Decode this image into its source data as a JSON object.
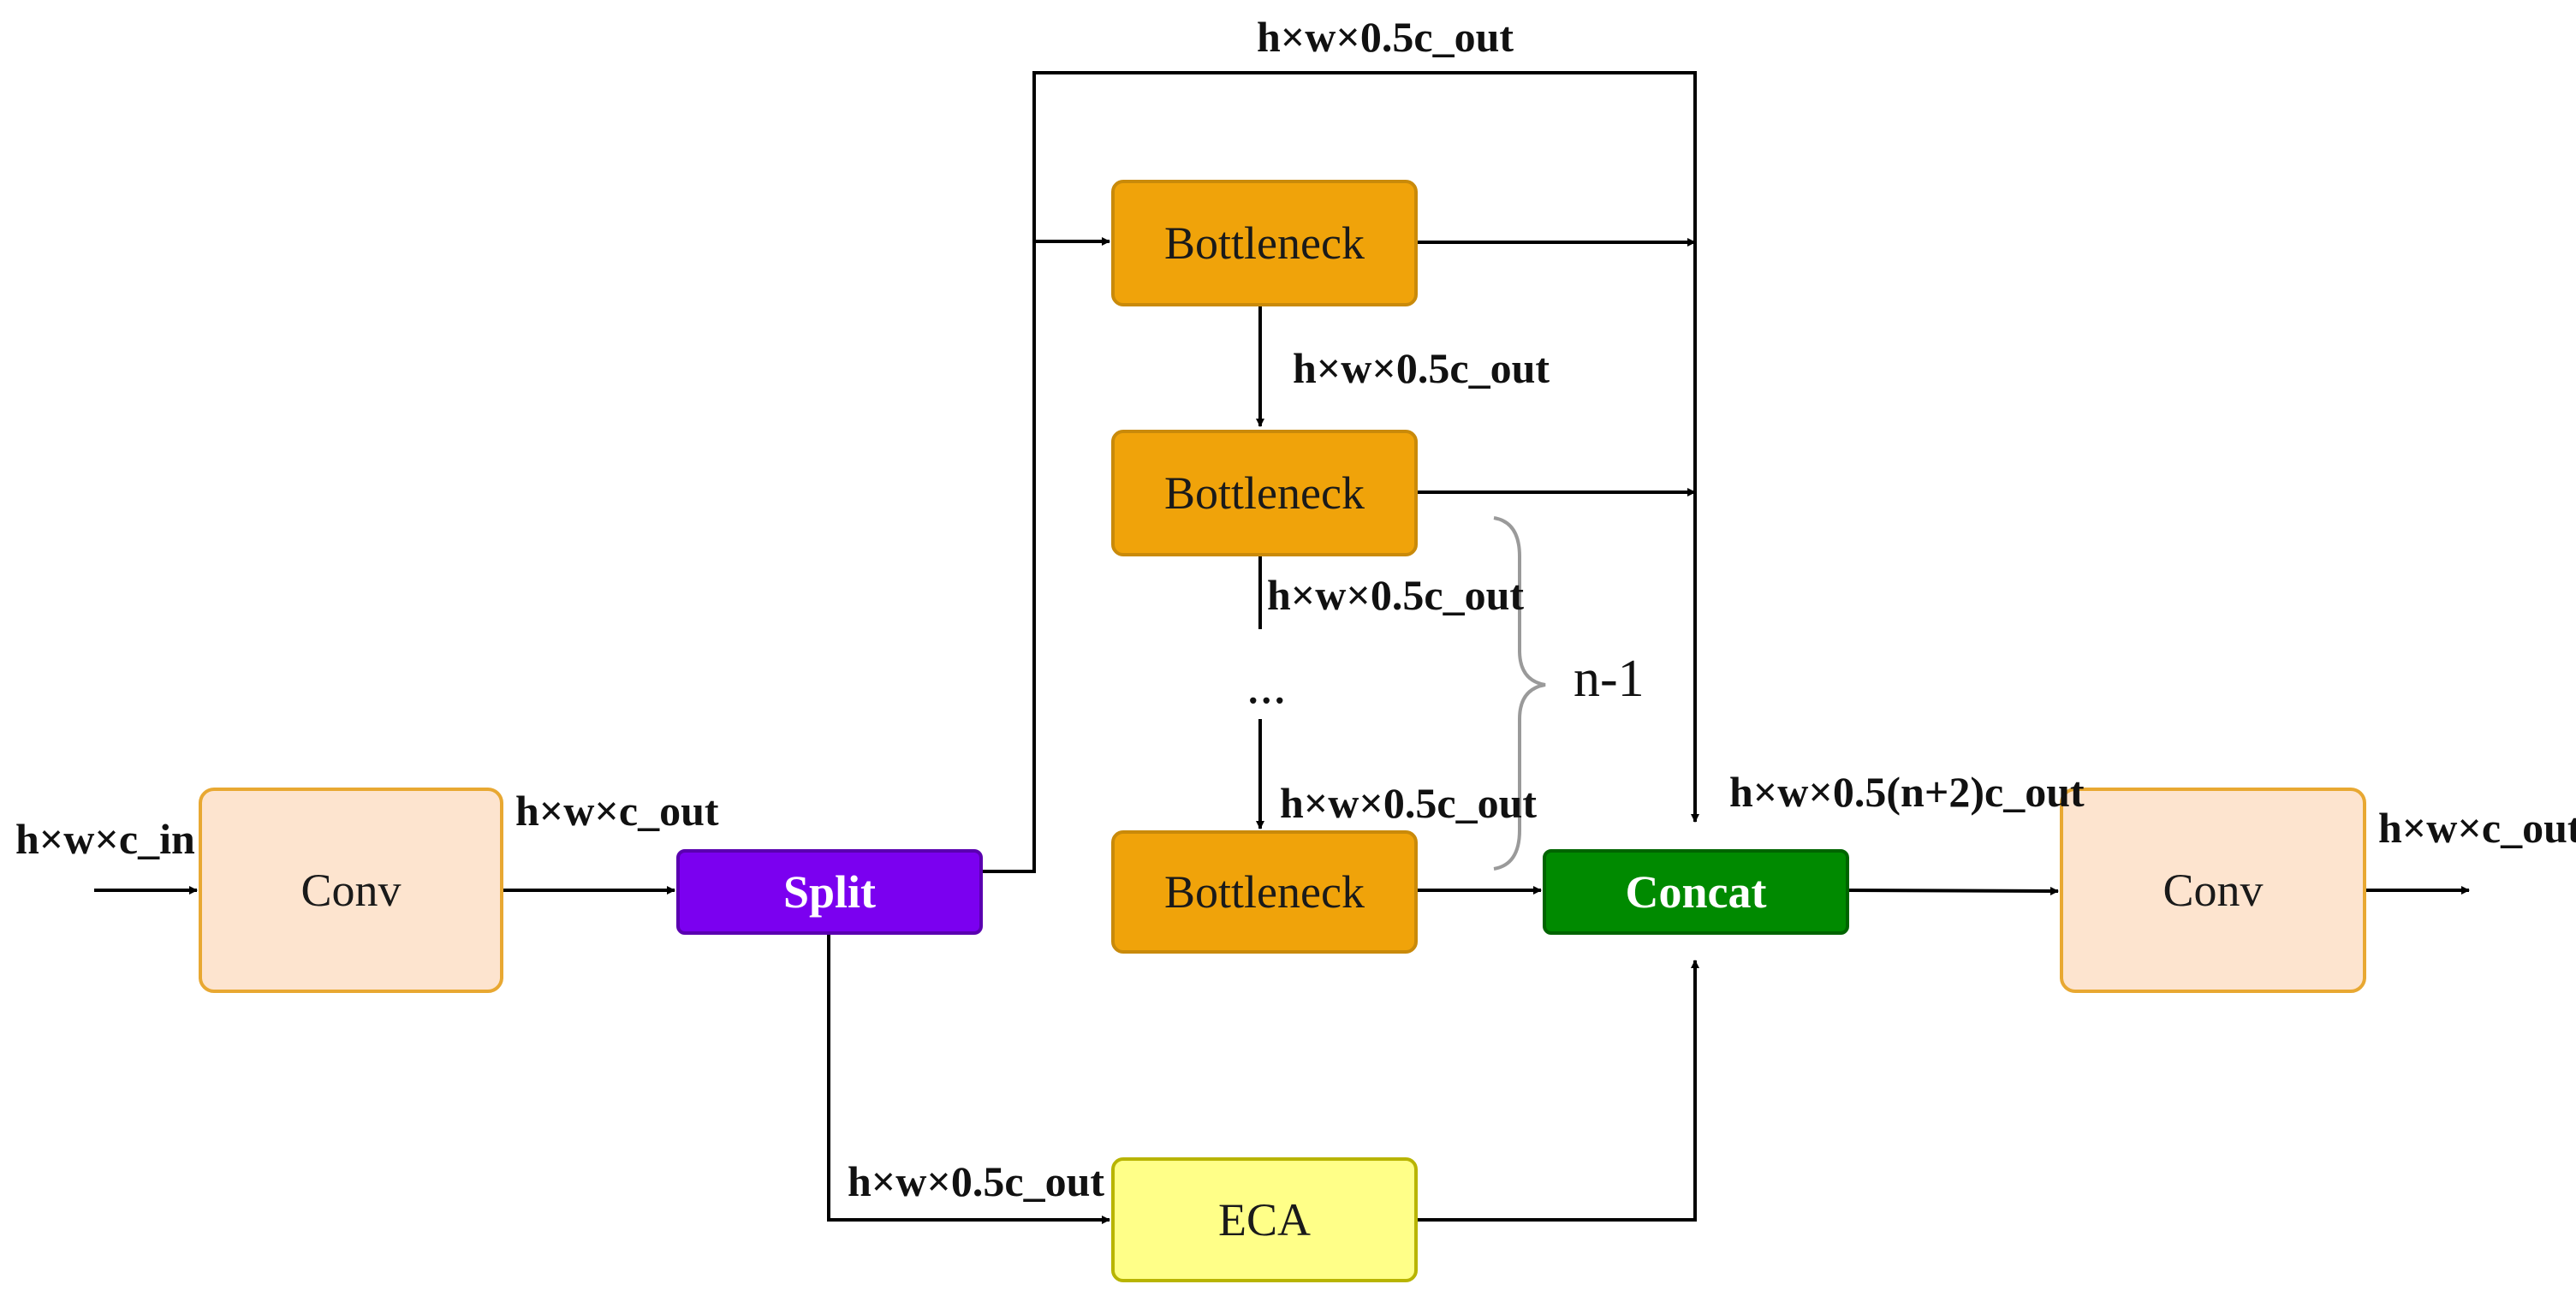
{
  "blocks": {
    "conv_in": "Conv",
    "split": "Split",
    "bottleneck_1": "Bottleneck",
    "bottleneck_2": "Bottleneck",
    "bottleneck_n": "Bottleneck",
    "concat": "Concat",
    "eca": "ECA",
    "conv_out": "Conv"
  },
  "labels": {
    "input": "h×w×c_in",
    "conv_out_dim": "h×w×c_out",
    "top_branch": "h×w×0.5c_out",
    "between_b1_b2": "h×w×0.5c_out",
    "below_b2": "h×w×0.5c_out",
    "ellipsis": "...",
    "above_bn": "h×w×0.5c_out",
    "repeat": "n-1",
    "concat_out": "h×w×0.5(n+2)c_out",
    "eca_branch": "h×w×0.5c_out",
    "output": "h×w×c_out"
  },
  "colors": {
    "conv": "#fde4cf",
    "bottleneck": "#f0a30a",
    "split": "#7b00f0",
    "concat": "#008a00",
    "eca": "#ffff88"
  }
}
